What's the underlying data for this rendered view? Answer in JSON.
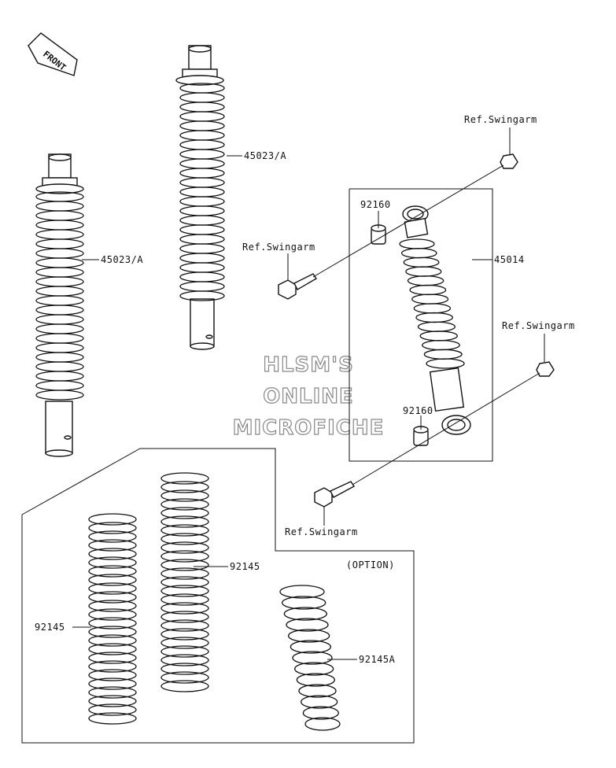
{
  "diagram": {
    "front_label": "FRONT",
    "watermark": [
      "HLSM'S",
      "ONLINE",
      "MICROFICHE"
    ],
    "option_label": "(OPTION)",
    "callouts": {
      "shock_a_top": "45023/A",
      "shock_a_left": "45023/A",
      "shock_assembly": "45014",
      "collar_upper": "92160",
      "collar_lower": "92160",
      "ref_swingarm_top": "Ref.Swingarm",
      "ref_swingarm_left": "Ref.Swingarm",
      "ref_swingarm_right": "Ref.Swingarm",
      "ref_swingarm_bottom": "Ref.Swingarm",
      "spring_left": "92145",
      "spring_middle": "92145",
      "spring_option": "92145A"
    }
  }
}
